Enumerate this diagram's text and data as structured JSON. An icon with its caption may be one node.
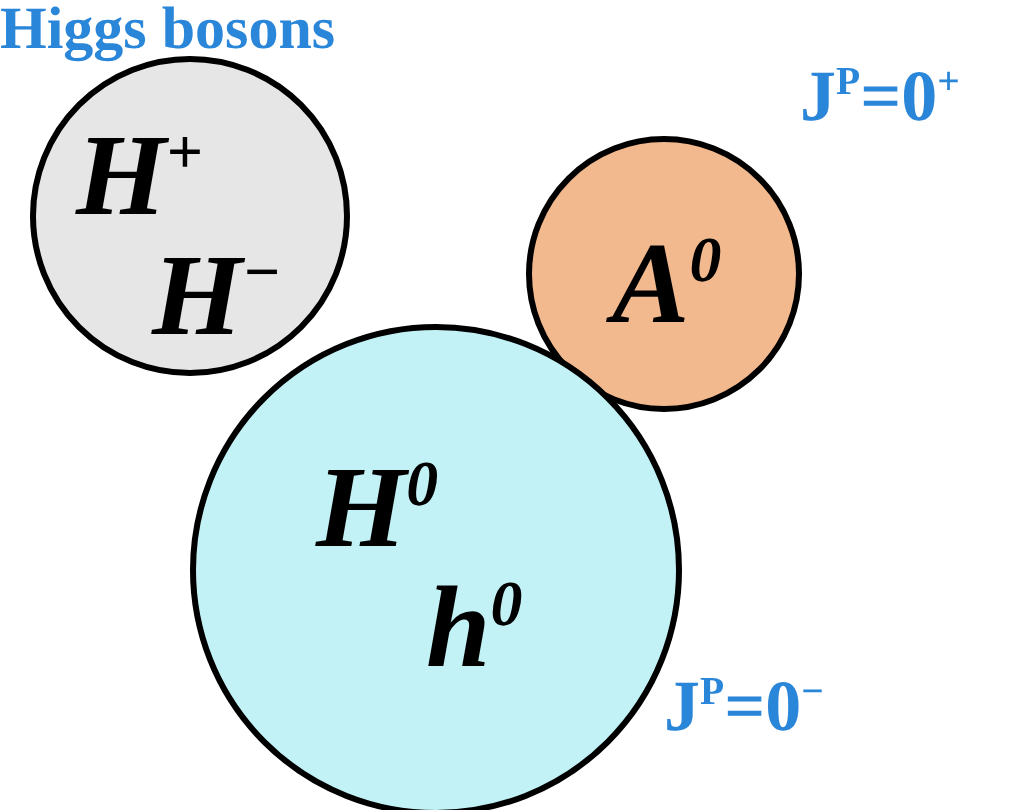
{
  "diagram": {
    "title": "Higgs bosons",
    "nodes": [
      {
        "text": [
          "H$^{+}$",
          "H$^{−}$"
        ]
      },
      {
        "text": [
          "A$^{0}$"
        ],
        "beside": [
          "J$^{P}$=0$^{+}$"
        ]
      },
      {
        "text": [
          "H$^{0}$",
          "h$^{0}$"
        ],
        "beside": [
          "J$^{P}$=0$^{−}$"
        ]
      }
    ]
  }
}
